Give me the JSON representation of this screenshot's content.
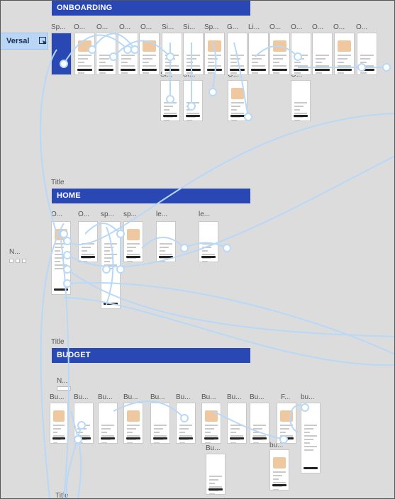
{
  "canvas": {
    "background": "#dcdcdc",
    "accent": "#2a48b4",
    "flow_color": "#b8d8f8"
  },
  "versal_label": "Versal",
  "versal_icon": "cursor-frame-icon",
  "onboarding": {
    "banner": "ONBOARDING",
    "screen_labels": [
      "Sp...",
      "O...",
      "O...",
      "O...",
      "O...",
      "Si...",
      "Si...",
      "Sp...",
      "G...",
      "Li...",
      "O...",
      "O...",
      "O...",
      "O...",
      "O..."
    ],
    "sub_labels": [
      "Si...",
      "Si...",
      "O...",
      "O..."
    ]
  },
  "home": {
    "section_title": "Title",
    "banner": "HOME",
    "screen_labels": [
      "O...",
      "O...",
      "sp...",
      "sp...",
      "le...",
      "le..."
    ],
    "side_label": "N..."
  },
  "budget": {
    "section_title": "Title",
    "banner": "BUDGET",
    "top_label": "N...",
    "screen_labels": [
      "Bu...",
      "Bu...",
      "Bu...",
      "Bu...",
      "Bu...",
      "Bu...",
      "Bu...",
      "Bu...",
      "Bu...",
      "F...",
      "bu..."
    ],
    "sub_labels": [
      "Bu...",
      "bu..."
    ]
  },
  "bottom_title": "Title"
}
